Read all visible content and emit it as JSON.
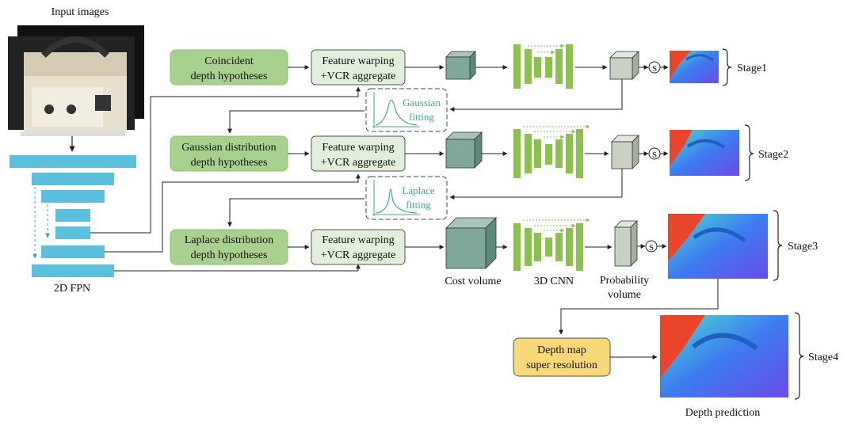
{
  "input_label": "Input images",
  "fpn_label": "2D FPN",
  "hypotheses": [
    {
      "line1": "Coincident",
      "line2": "depth hypotheses"
    },
    {
      "line1": "Gaussian distribution",
      "line2": "depth hypotheses"
    },
    {
      "line1": "Laplace distribution",
      "line2": "depth hypotheses"
    }
  ],
  "warping": {
    "line1": "Feature warping",
    "line2": "+VCR aggregate"
  },
  "fitting": [
    {
      "line1": "Gaussian",
      "line2": "fitting"
    },
    {
      "line1": "Laplace",
      "line2": "fitting"
    }
  ],
  "softmax_symbol": "S",
  "stages": [
    "Stage1",
    "Stage2",
    "Stage3",
    "Stage4"
  ],
  "bottom_labels": {
    "cost_volume": "Cost volume",
    "cnn": "3D CNN",
    "prob1": "Probability",
    "prob2": "volume"
  },
  "super_res": {
    "line1": "Depth map",
    "line2": "super resolution"
  },
  "depth_prediction": "Depth prediction",
  "colors": {
    "green_box": "#a9d18e",
    "green_box_stroke": "#8fbf73",
    "warp_box": "#e2efda",
    "fpn": "#5bc0de",
    "cube_dark": "#7fa898",
    "cube_light": "#c9d0c4",
    "cnn": "#8cc152",
    "fit_color": "#47a886",
    "super_res": "#f9d977"
  }
}
